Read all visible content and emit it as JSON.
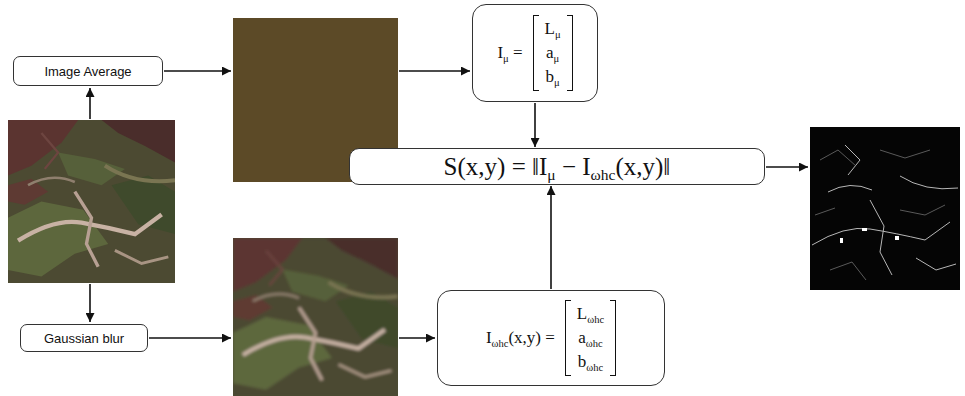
{
  "diagram": {
    "nodes": [
      {
        "text": [
          "Image Average"
        ]
      },
      {
        "text": [
          "Iμ =",
          "Lμ",
          "aμ",
          "bμ"
        ]
      },
      {
        "text": [
          "S(x,y) = ‖Iμ − Iωhc(x,y)‖"
        ]
      },
      {
        "text": [
          "Gaussian blur"
        ]
      },
      {
        "text": [
          "Iωhc(x,y) =",
          "Lωhc",
          "aωhc",
          "bωhc"
        ]
      }
    ],
    "edges": [
      {
        "from": 1,
        "to": 2,
        "arrow": "to"
      },
      {
        "from": 4,
        "to": 2,
        "arrow": "to"
      }
    ]
  }
}
